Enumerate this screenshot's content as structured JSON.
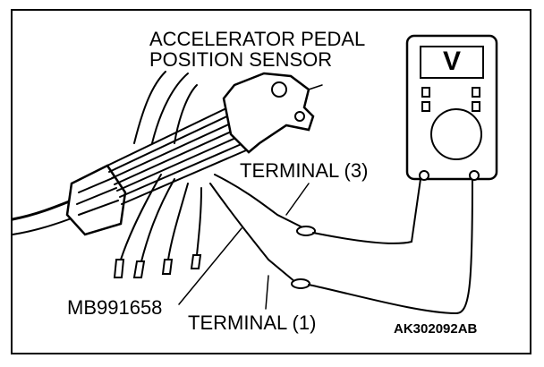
{
  "labels": {
    "sensor_line1": "ACCELERATOR PEDAL",
    "sensor_line2": "POSITION SENSOR",
    "terminal3": "TERMINAL (3)",
    "terminal1": "TERMINAL (1)",
    "harness": "MB991658",
    "figure_code": "AK302092AB"
  },
  "meter": {
    "display_symbol": "V"
  }
}
